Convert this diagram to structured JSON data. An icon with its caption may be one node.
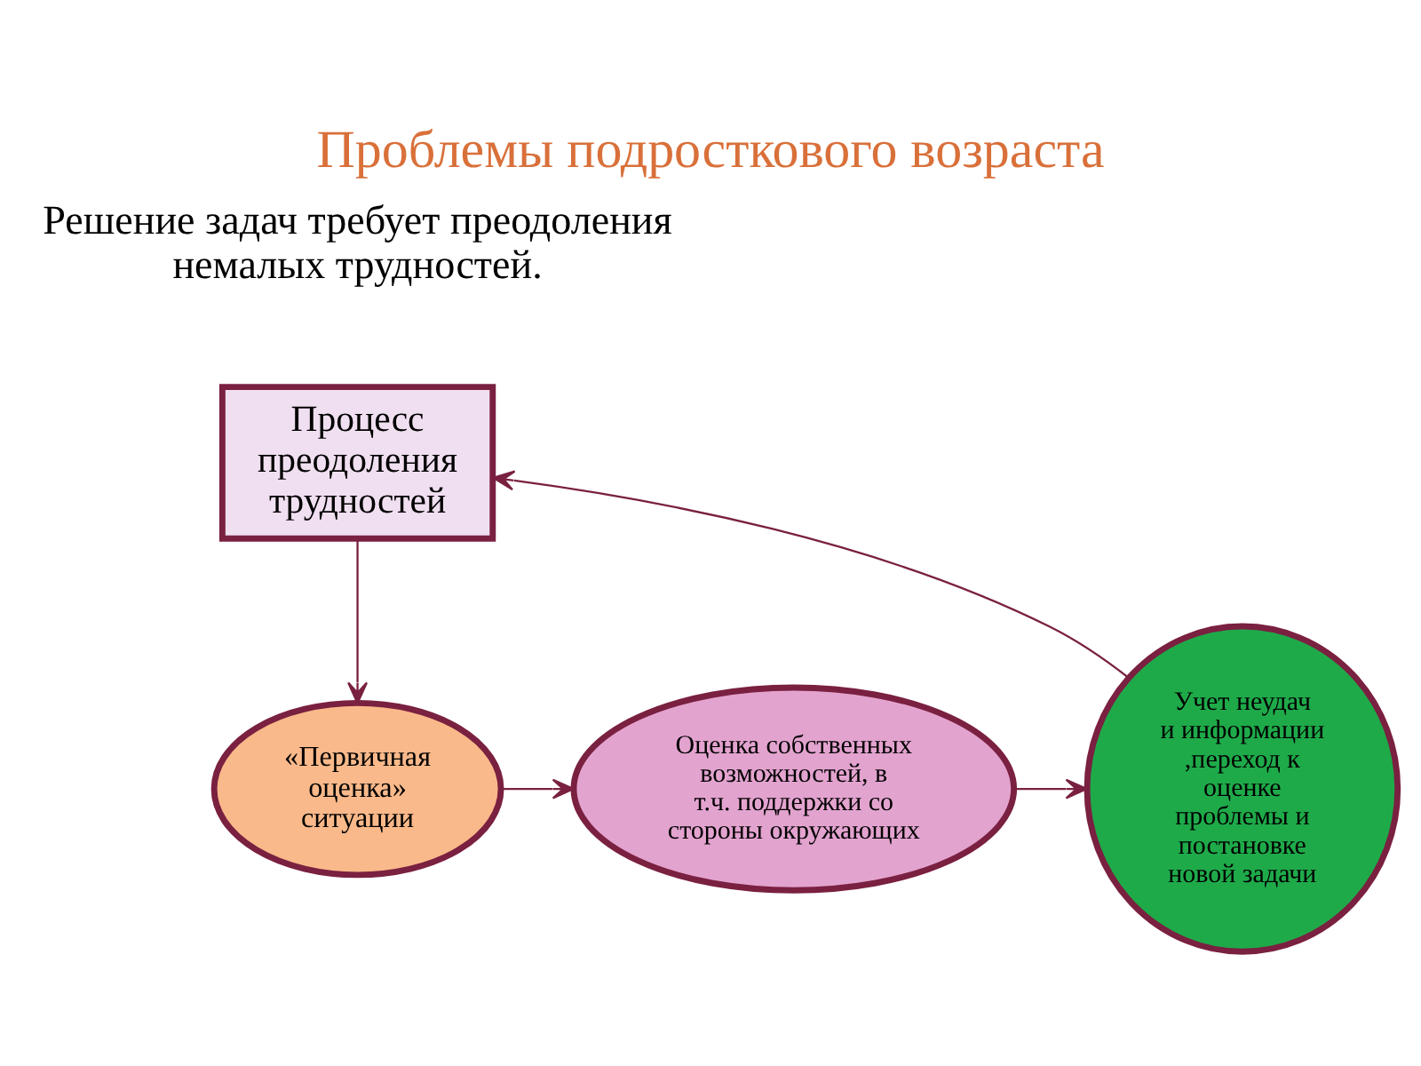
{
  "diagram": {
    "title": "Проблемы подросткового возраста",
    "nodes": [
      {
        "text": [
          "Процесс преодоления трудностей"
        ]
      },
      {
        "text": [
          "«Первичная оценка» ситуации"
        ]
      },
      {
        "text": [
          "Оценка собственных возможностей, в т.ч. поддержки со стороны окружающих"
        ]
      },
      {
        "text": [
          "Учет неудач и информации ,переход к оценке проблемы и постановке новой задачи"
        ]
      }
    ],
    "edges": [
      {
        "from": 0,
        "to": 1,
        "arrow": "to"
      },
      {
        "from": 1,
        "to": 2,
        "arrow": "to"
      },
      {
        "from": 2,
        "to": 3,
        "arrow": "to"
      },
      {
        "from": 3,
        "to": 0,
        "arrow": "to"
      }
    ],
    "labels": [
      "Решение задач требует преодоления немалых трудностей."
    ]
  }
}
